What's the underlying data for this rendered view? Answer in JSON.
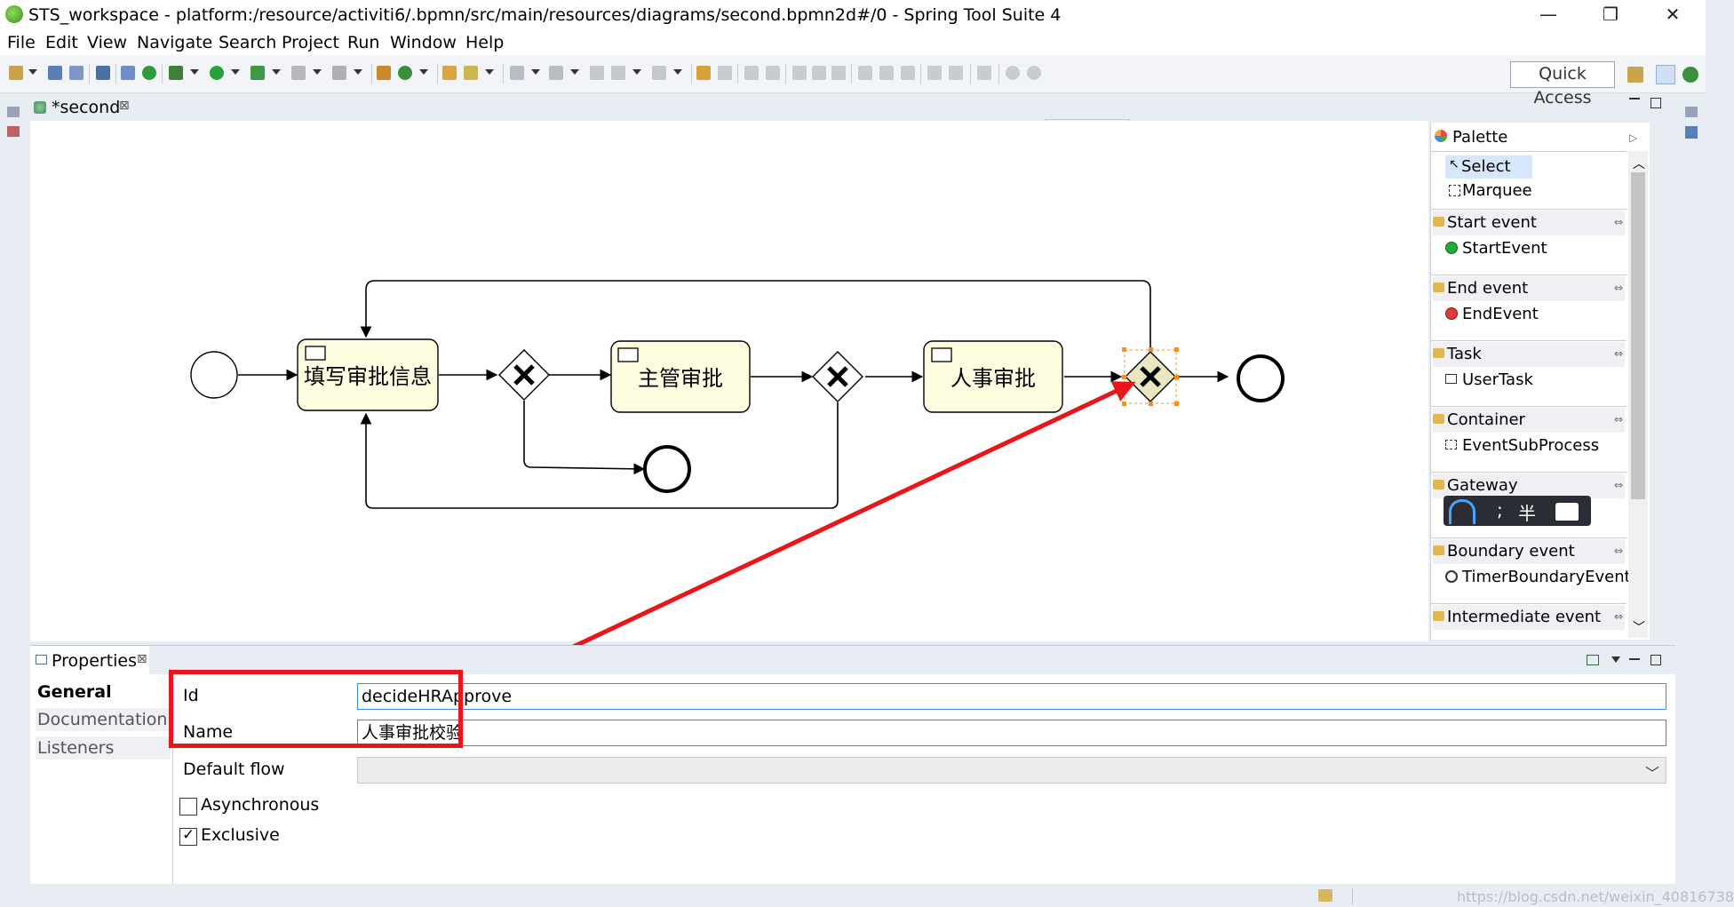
{
  "window": {
    "title": "STS_workspace - platform:/resource/activiti6/.bpmn/src/main/resources/diagrams/second.bpmn2d#/0 - Spring Tool Suite 4",
    "controls": {
      "minimize": "—",
      "restore": "❐",
      "close": "✕"
    }
  },
  "menu": [
    "File",
    "Edit",
    "View",
    "Navigate",
    "Search",
    "Project",
    "Run",
    "Window",
    "Help"
  ],
  "toolbar": {
    "quick_access": "Quick Access"
  },
  "editor": {
    "tab_label": "*second",
    "tab_close": "⊠"
  },
  "diagram": {
    "tasks": [
      "填写审批信息",
      "主管审批",
      "人事审批"
    ]
  },
  "palette": {
    "title": "Palette",
    "tools": [
      "Select",
      "Marquee"
    ],
    "groups": [
      {
        "label": "Start event",
        "item": "StartEvent"
      },
      {
        "label": "End event",
        "item": "EndEvent"
      },
      {
        "label": "Task",
        "item": "UserTask"
      },
      {
        "label": "Container",
        "item": "EventSubProcess"
      },
      {
        "label": "Gateway",
        "item": ""
      },
      {
        "label": "Boundary event",
        "item": "TimerBoundaryEvent"
      },
      {
        "label": "Intermediate event",
        "item": ""
      }
    ],
    "ime_bar": {
      "sep": ";",
      "half": "半"
    }
  },
  "properties": {
    "tab_label": "Properties",
    "tab_close": "⊠",
    "sections": [
      "General",
      "Documentation",
      "Listeners"
    ],
    "id_label": "Id",
    "id_value": "decideHRApprove",
    "name_label": "Name",
    "name_value": "人事审批校验",
    "default_flow_label": "Default flow",
    "default_flow_value": "",
    "asynchronous_label": "Asynchronous",
    "asynchronous_checked": false,
    "exclusive_label": "Exclusive",
    "exclusive_checked": true
  },
  "watermark": "https://blog.csdn.net/weixin_40816738",
  "colors": {
    "annotation_red": "#e8161b",
    "task_fill": "#fffde0",
    "palette_selected": "#d6e7fb"
  }
}
